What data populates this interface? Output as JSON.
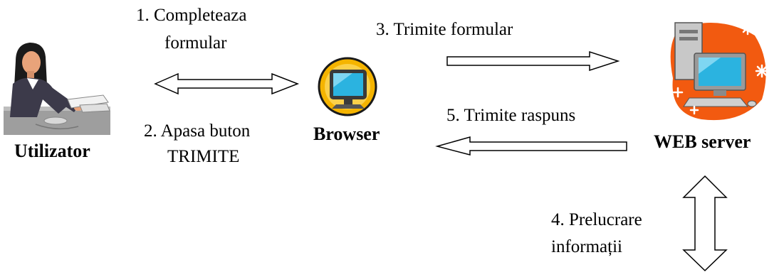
{
  "actors": {
    "user": {
      "label": "Utilizator",
      "icon": "woman-at-computer-icon"
    },
    "browser": {
      "label": "Browser",
      "icon": "monitor-globe-icon"
    },
    "server": {
      "label": "WEB server",
      "icon": "computer-sparkles-icon"
    }
  },
  "steps": {
    "step1": {
      "line1": "1. Completeaza",
      "line2": "formular"
    },
    "step2": {
      "line1": "2. Apasa buton",
      "line2": "TRIMITE"
    },
    "step3": {
      "line1": "3. Trimite formular"
    },
    "step4": {
      "line1": "4. Prelucrare",
      "line2": "informații"
    },
    "step5": {
      "line1": "5. Trimite raspuns"
    }
  },
  "colors": {
    "browser_glow": "#f5b400",
    "server_splash": "#f25a10",
    "screen": "#2bb3e0"
  }
}
